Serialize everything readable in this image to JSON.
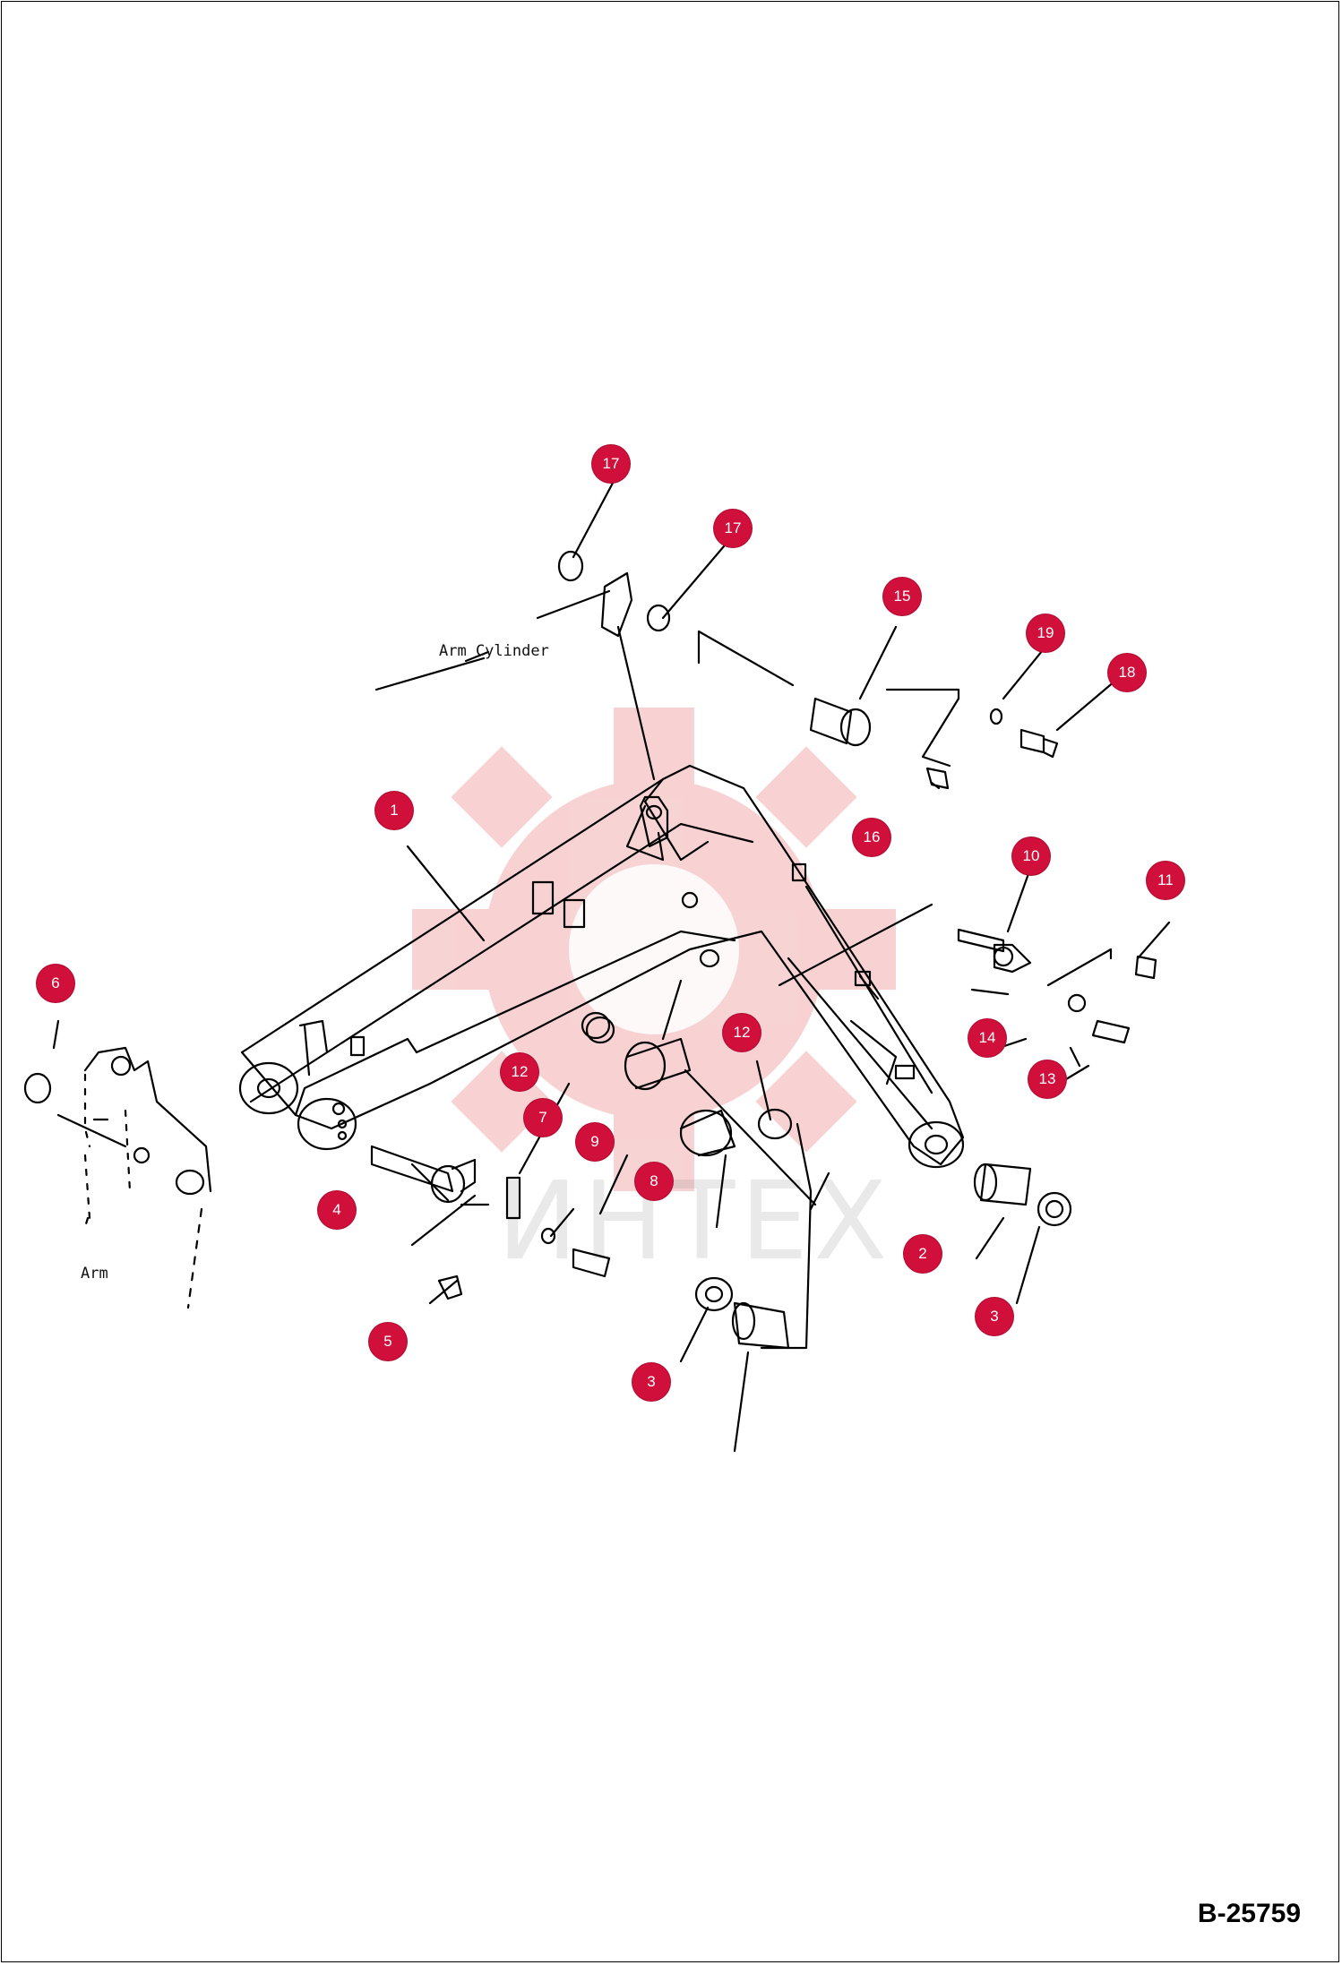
{
  "labels": {
    "arm_cylinder": "Arm Cylinder",
    "arm": "Arm"
  },
  "drawing_number": "B-25759",
  "watermark": "ИНТЕХ",
  "callouts": [
    "1",
    "2",
    "3",
    "3",
    "4",
    "5",
    "6",
    "7",
    "8",
    "9",
    "10",
    "11",
    "12",
    "12",
    "13",
    "14",
    "15",
    "16",
    "17",
    "17",
    "18",
    "19"
  ],
  "colors": {
    "callout": "#d0103a",
    "watermark": "#f6c4c4",
    "line": "#000000"
  }
}
